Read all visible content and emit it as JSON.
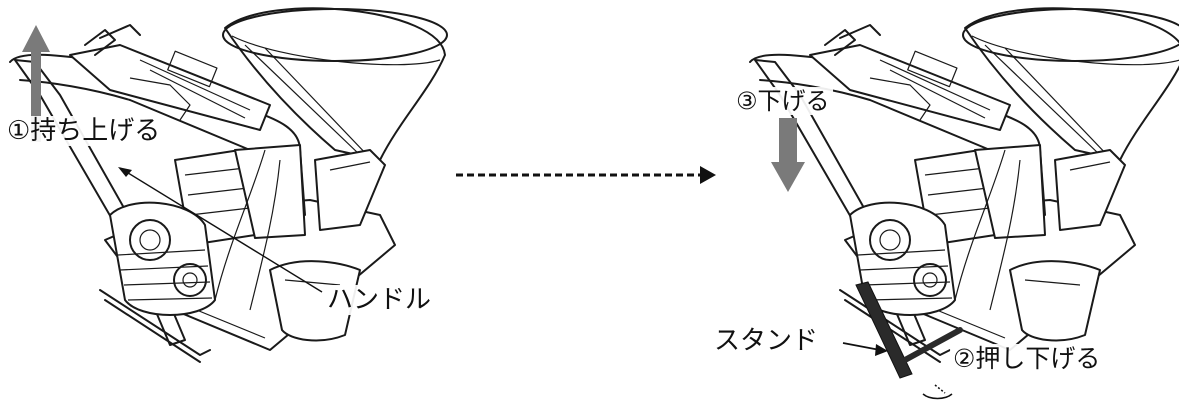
{
  "labels": {
    "lift": "①持ち上げる",
    "handle": "ハンドル",
    "lower": "③下げる",
    "stand": "スタンド",
    "push_down": "②押し下げる"
  },
  "colors": {
    "gray_arrow": "#7a7a7a",
    "line": "#1a1a1a",
    "dashed_arrow": "#111111"
  },
  "icons": {
    "up_arrow": "up-arrow-icon",
    "down_arrow": "down-arrow-icon",
    "transition_arrow": "dashed-right-arrow-icon"
  }
}
